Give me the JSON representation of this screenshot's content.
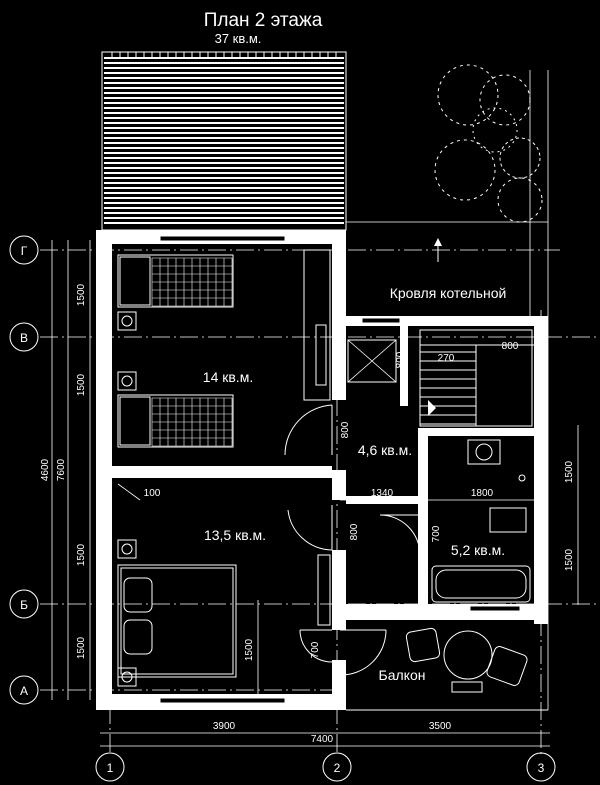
{
  "title": "План 2 этажа",
  "subtitle": "37 кв.м.",
  "rooms": {
    "room1": "14 кв.м.",
    "room2": "13,5 кв.м.",
    "hall": "4,6 кв.м.",
    "bath": "5,2 кв.м.",
    "boiler_roof": "Кровля котельной",
    "balcony": "Балкон"
  },
  "axes": {
    "rows": [
      "Г",
      "В",
      "Б",
      "А"
    ],
    "cols": [
      "1",
      "2",
      "3"
    ]
  },
  "dims": {
    "left_1500_a": "1500",
    "left_1500_b": "1500",
    "left_1500_c": "1500",
    "left_1500_d": "1500",
    "total_4600": "4600",
    "total_7600": "7600",
    "bottom_3900": "3900",
    "bottom_3500": "3500",
    "bottom_7400": "7400",
    "d800_a": "800",
    "d800_b": "800",
    "d800_c": "800",
    "d800_d": "800",
    "d270": "270",
    "d100": "100",
    "d1340": "1340",
    "d1800": "1800",
    "d700_a": "700",
    "d700_b": "700",
    "d1500_right_a": "1500",
    "d1500_right_b": "1500",
    "d1500_bed": "1500"
  }
}
